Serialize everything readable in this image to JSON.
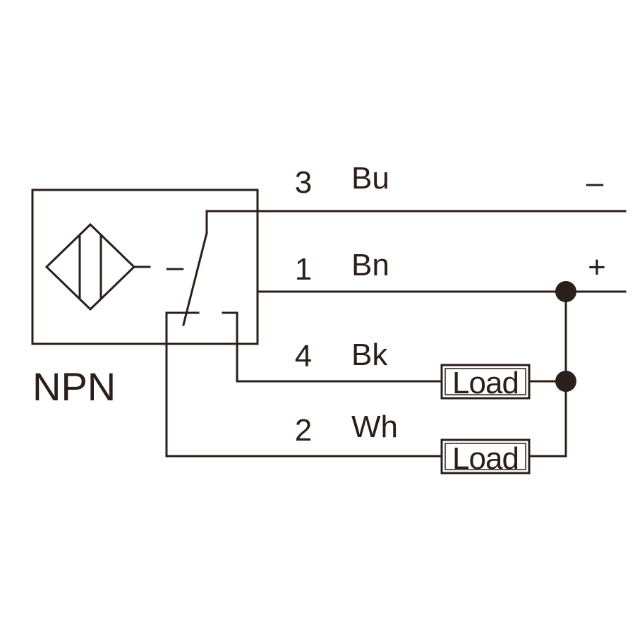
{
  "diagram": {
    "sensor_type": "NPN",
    "minus_symbol": "–",
    "wires": [
      {
        "number": "3",
        "color_code": "Bu",
        "polarity": "–"
      },
      {
        "number": "1",
        "color_code": "Bn",
        "polarity": "+"
      },
      {
        "number": "4",
        "color_code": "Bk"
      },
      {
        "number": "2",
        "color_code": "Wh"
      }
    ],
    "loads": [
      {
        "label": "Load"
      },
      {
        "label": "Load"
      }
    ],
    "line_color": "#2a1f1a",
    "icons": [
      "inductive-sensor-symbol-icon",
      "switch-contact-icon",
      "junction-dot-icon"
    ]
  }
}
